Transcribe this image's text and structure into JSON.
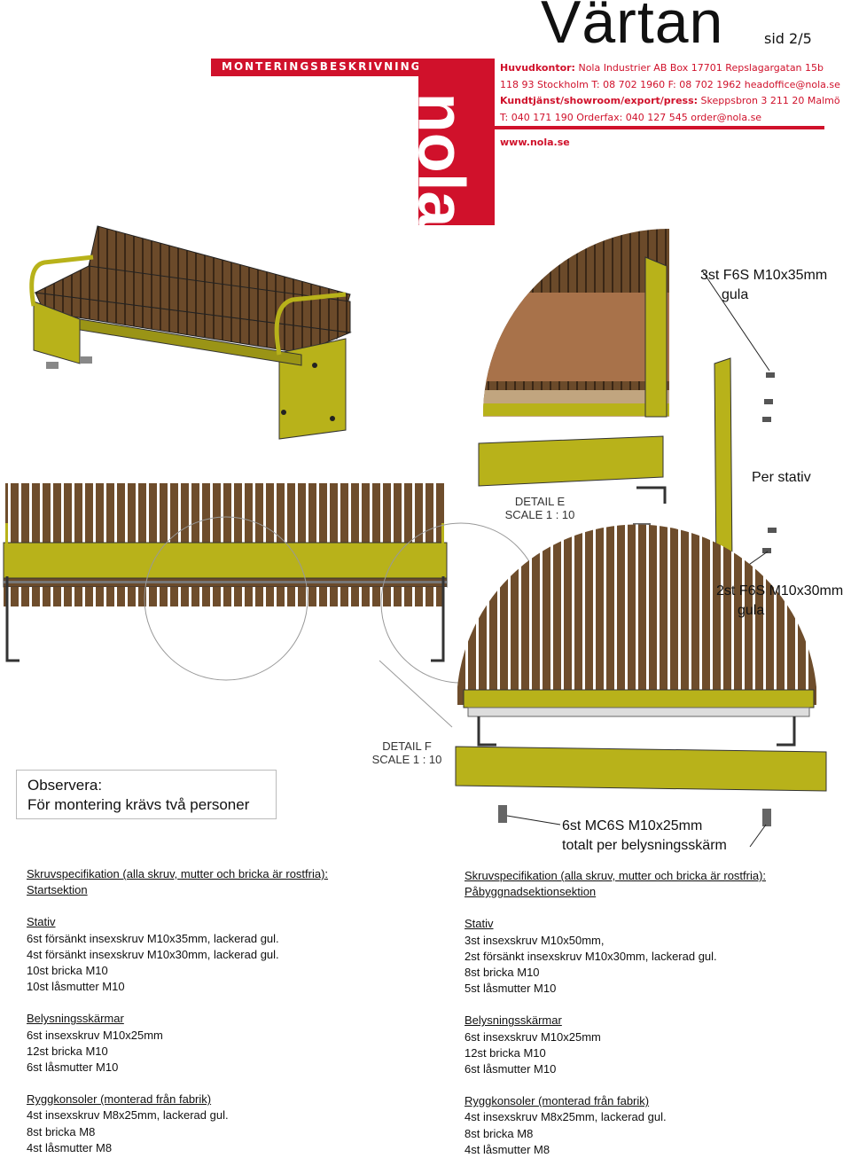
{
  "header": {
    "title": "Värtan",
    "page": "sid 2/5",
    "banner": "MONTERINGSBESKRIVNING",
    "logo": "nola",
    "contact_lines": [
      {
        "label": "Huvudkontor:",
        "text": " Nola Industrier AB  Box 17701 Repslagargatan 15b"
      },
      {
        "label": "",
        "text": "118 93 Stockholm  T: 08 702 1960  F: 08 702 1962  headoffice@nola.se"
      },
      {
        "label": "Kundtjänst/showroom/export/press:",
        "text": " Skeppsbron 3  211 20 Malmö"
      },
      {
        "label": "",
        "text": "T: 040 171 190  Orderfax: 040 127 545  order@nola.se"
      }
    ],
    "website": "www.nola.se"
  },
  "details": {
    "e_title": "DETAIL E",
    "e_scale": "SCALE 1 : 10",
    "f_title": "DETAIL F",
    "f_scale": "SCALE 1 : 10"
  },
  "callouts": {
    "screw1_a": "3st F6S M10x35mm",
    "screw1_b": "gula",
    "per_stativ": "Per stativ",
    "screw2_a": "2st F6S M10x30mm",
    "screw2_b": "gula",
    "screw3_a": "6st MC6S M10x25mm",
    "screw3_b": "totalt per belysningsskärm"
  },
  "note": {
    "line1": "Observera:",
    "line2": "För montering krävs två personer"
  },
  "spec_left": {
    "heading1": "Skruvspecifikation (alla skruv, mutter och bricka är rostfria):",
    "heading2": "Startsektion",
    "groups": [
      {
        "title": "Stativ",
        "items": [
          "6st försänkt insexskruv M10x35mm, lackerad gul.",
          "4st försänkt insexskruv M10x30mm, lackerad gul.",
          "10st bricka M10",
          "10st låsmutter M10"
        ]
      },
      {
        "title": "Belysningsskärmar",
        "items": [
          "6st insexskruv M10x25mm",
          "12st bricka M10",
          "6st låsmutter M10"
        ]
      },
      {
        "title": "Ryggkonsoler (monterad från fabrik)",
        "items": [
          "4st insexskruv M8x25mm, lackerad gul.",
          "8st bricka M8",
          "4st låsmutter M8"
        ]
      }
    ]
  },
  "spec_right": {
    "heading1": "Skruvspecifikation (alla skruv, mutter och bricka är rostfria):",
    "heading2": "Påbyggnadsektionsektion",
    "groups": [
      {
        "title": "Stativ",
        "items": [
          "3st insexskruv M10x50mm,",
          "2st försänkt insexskruv M10x30mm, lackerad gul.",
          "8st bricka M10",
          "5st låsmutter M10"
        ]
      },
      {
        "title": "Belysningsskärmar",
        "items": [
          "6st insexskruv M10x25mm",
          "12st bricka M10",
          "6st låsmutter M10"
        ]
      },
      {
        "title": "Ryggkonsoler (monterad från fabrik)",
        "items": [
          "4st insexskruv M8x25mm, lackerad gul.",
          "8st bricka M8",
          "4st låsmutter M8"
        ]
      }
    ]
  },
  "colors": {
    "brand_red": "#d0112b",
    "frame_yellow": "#b8b21a",
    "wood": "#6b4a2a"
  }
}
